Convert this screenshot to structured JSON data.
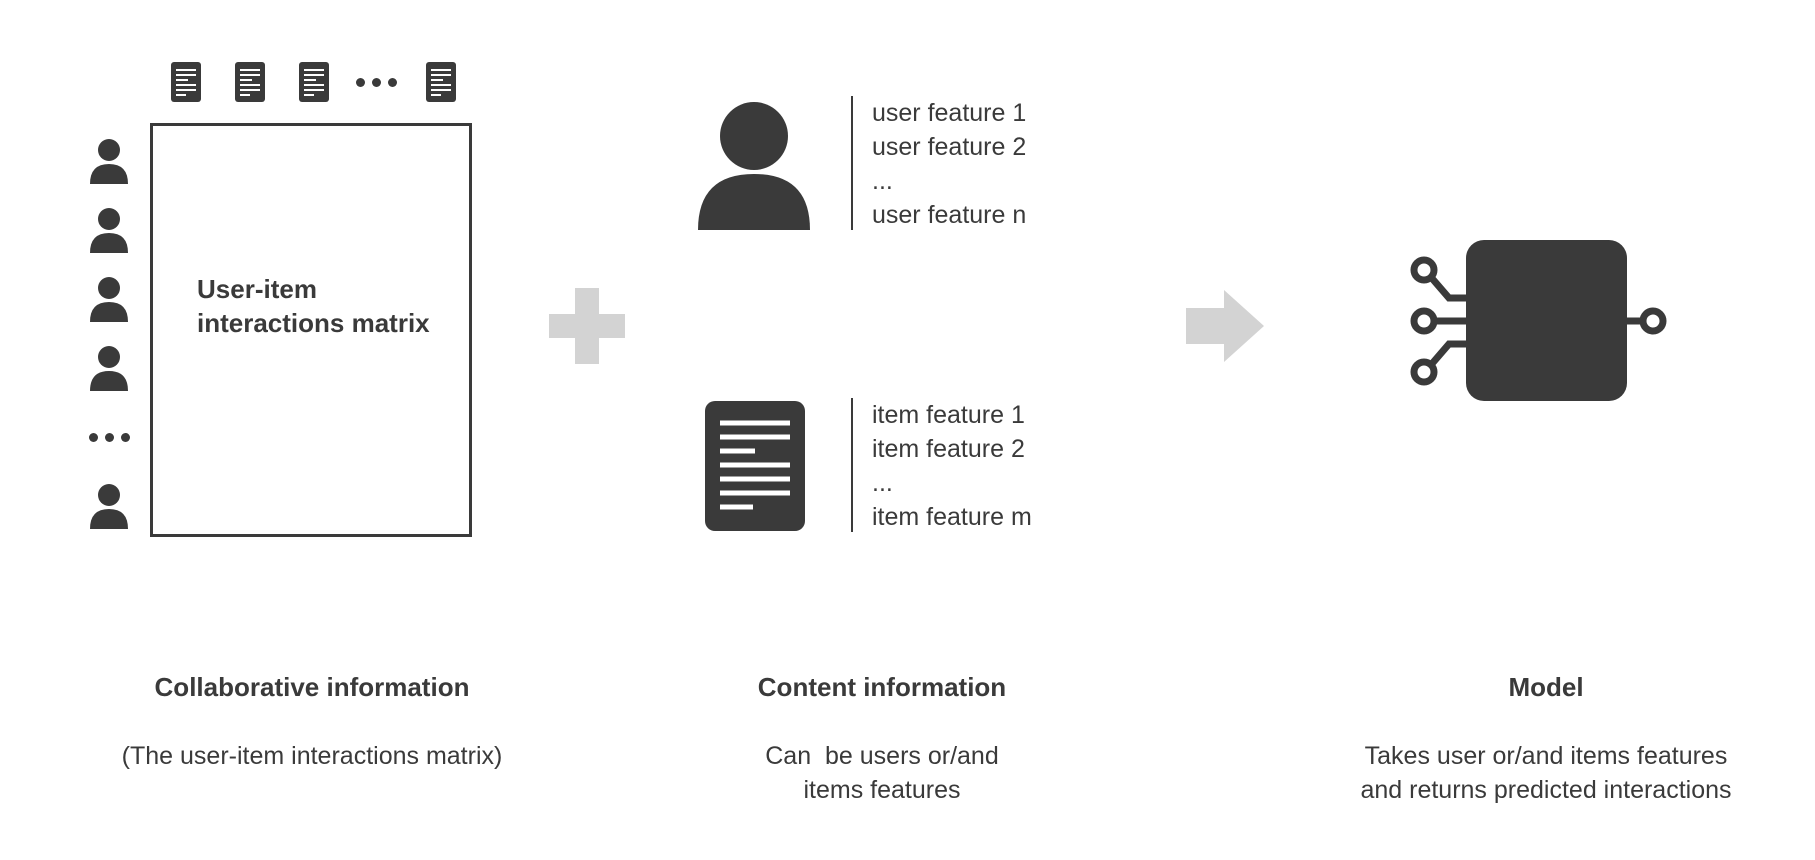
{
  "collaborative": {
    "matrix_label": "User-item interactions matrix",
    "title": "Collaborative information",
    "description": "(The user-item interactions matrix)"
  },
  "content": {
    "user_features": [
      "user feature 1",
      "user feature 2",
      "...",
      "user feature n"
    ],
    "item_features": [
      "item feature 1",
      "item feature 2",
      "...",
      "item feature m"
    ],
    "title": "Content information",
    "description_lines": [
      "Can  be users or/and",
      "items features"
    ]
  },
  "model": {
    "title": "Model",
    "description_lines": [
      "Takes user or/and items features",
      "and returns predicted interactions"
    ]
  },
  "icons": {
    "user": "person-icon",
    "item": "document-icon",
    "plus": "plus-icon",
    "arrow": "arrow-right-icon",
    "model": "chip-icon"
  },
  "colors": {
    "foreground": "#3a3a3a",
    "connector": "#d3d3d3",
    "background": "#ffffff"
  }
}
